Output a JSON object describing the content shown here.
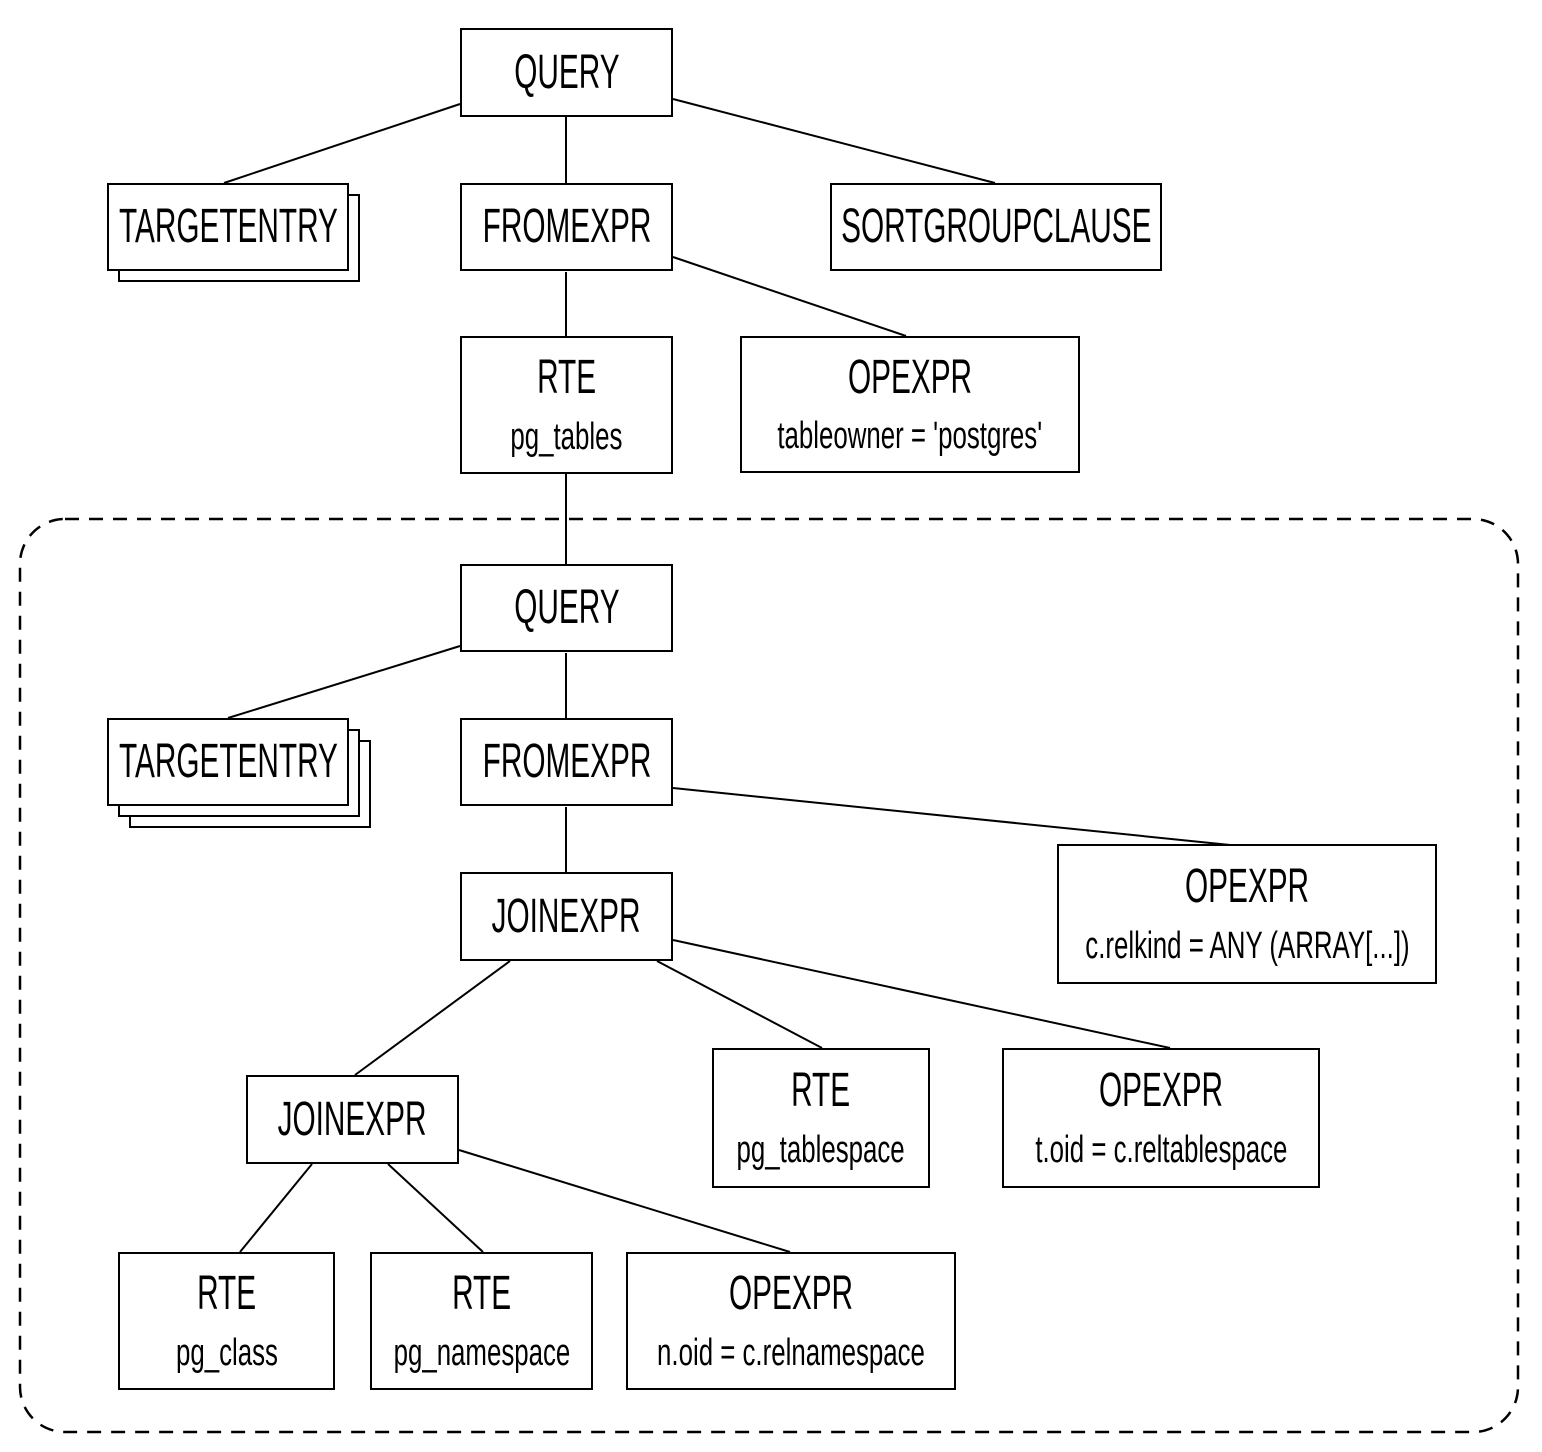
{
  "colors": {
    "background": "#ffffff",
    "box_fill": "#ffffff",
    "box_border": "#000000",
    "line": "#000000",
    "text": "#000000"
  },
  "diagram": {
    "type": "tree",
    "nodes": [
      {
        "id": "query-1",
        "label": "QUERY",
        "sublabel": "",
        "stack": 0
      },
      {
        "id": "targetentry-1",
        "label": "TARGETENTRY",
        "sublabel": "",
        "stack": 1
      },
      {
        "id": "fromexpr-1",
        "label": "FROMEXPR",
        "sublabel": "",
        "stack": 0
      },
      {
        "id": "sortgroupclause-1",
        "label": "SORTGROUPCLAUSE",
        "sublabel": "",
        "stack": 0
      },
      {
        "id": "rte-pg-tables",
        "label": "RTE",
        "sublabel": "pg_tables",
        "stack": 0
      },
      {
        "id": "opexpr-tableowner",
        "label": "OPEXPR",
        "sublabel": "tableowner = 'postgres'",
        "stack": 0
      },
      {
        "id": "query-2",
        "label": "QUERY",
        "sublabel": "",
        "stack": 0
      },
      {
        "id": "targetentry-2",
        "label": "TARGETENTRY",
        "sublabel": "",
        "stack": 2
      },
      {
        "id": "fromexpr-2",
        "label": "FROMEXPR",
        "sublabel": "",
        "stack": 0
      },
      {
        "id": "joinexpr-1",
        "label": "JOINEXPR",
        "sublabel": "",
        "stack": 0
      },
      {
        "id": "opexpr-relkind",
        "label": "OPEXPR",
        "sublabel": "c.relkind = ANY (ARRAY[...])",
        "stack": 0
      },
      {
        "id": "joinexpr-2",
        "label": "JOINEXPR",
        "sublabel": "",
        "stack": 0
      },
      {
        "id": "rte-pg-tablespace",
        "label": "RTE",
        "sublabel": "pg_tablespace",
        "stack": 0
      },
      {
        "id": "opexpr-toid",
        "label": "OPEXPR",
        "sublabel": "t.oid = c.reltablespace",
        "stack": 0
      },
      {
        "id": "rte-pg-class",
        "label": "RTE",
        "sublabel": "pg_class",
        "stack": 0
      },
      {
        "id": "rte-pg-namespace",
        "label": "RTE",
        "sublabel": "pg_namespace",
        "stack": 0
      },
      {
        "id": "opexpr-noid",
        "label": "OPEXPR",
        "sublabel": "n.oid = c.relnamespace",
        "stack": 0
      }
    ],
    "edges": [
      {
        "from": "query-1",
        "to": "targetentry-1"
      },
      {
        "from": "query-1",
        "to": "fromexpr-1"
      },
      {
        "from": "query-1",
        "to": "sortgroupclause-1"
      },
      {
        "from": "fromexpr-1",
        "to": "rte-pg-tables"
      },
      {
        "from": "fromexpr-1",
        "to": "opexpr-tableowner"
      },
      {
        "from": "rte-pg-tables",
        "to": "query-2"
      },
      {
        "from": "query-2",
        "to": "targetentry-2"
      },
      {
        "from": "query-2",
        "to": "fromexpr-2"
      },
      {
        "from": "fromexpr-2",
        "to": "joinexpr-1"
      },
      {
        "from": "fromexpr-2",
        "to": "opexpr-relkind"
      },
      {
        "from": "joinexpr-1",
        "to": "joinexpr-2"
      },
      {
        "from": "joinexpr-1",
        "to": "rte-pg-tablespace"
      },
      {
        "from": "joinexpr-1",
        "to": "opexpr-toid"
      },
      {
        "from": "joinexpr-2",
        "to": "rte-pg-class"
      },
      {
        "from": "joinexpr-2",
        "to": "rte-pg-namespace"
      },
      {
        "from": "joinexpr-2",
        "to": "opexpr-noid"
      }
    ],
    "groups": [
      {
        "id": "subquery-group",
        "border_style": "dashed",
        "node_ids": [
          "query-2",
          "targetentry-2",
          "fromexpr-2",
          "joinexpr-1",
          "opexpr-relkind",
          "joinexpr-2",
          "rte-pg-tablespace",
          "opexpr-toid",
          "rte-pg-class",
          "rte-pg-namespace",
          "opexpr-noid"
        ]
      }
    ]
  }
}
